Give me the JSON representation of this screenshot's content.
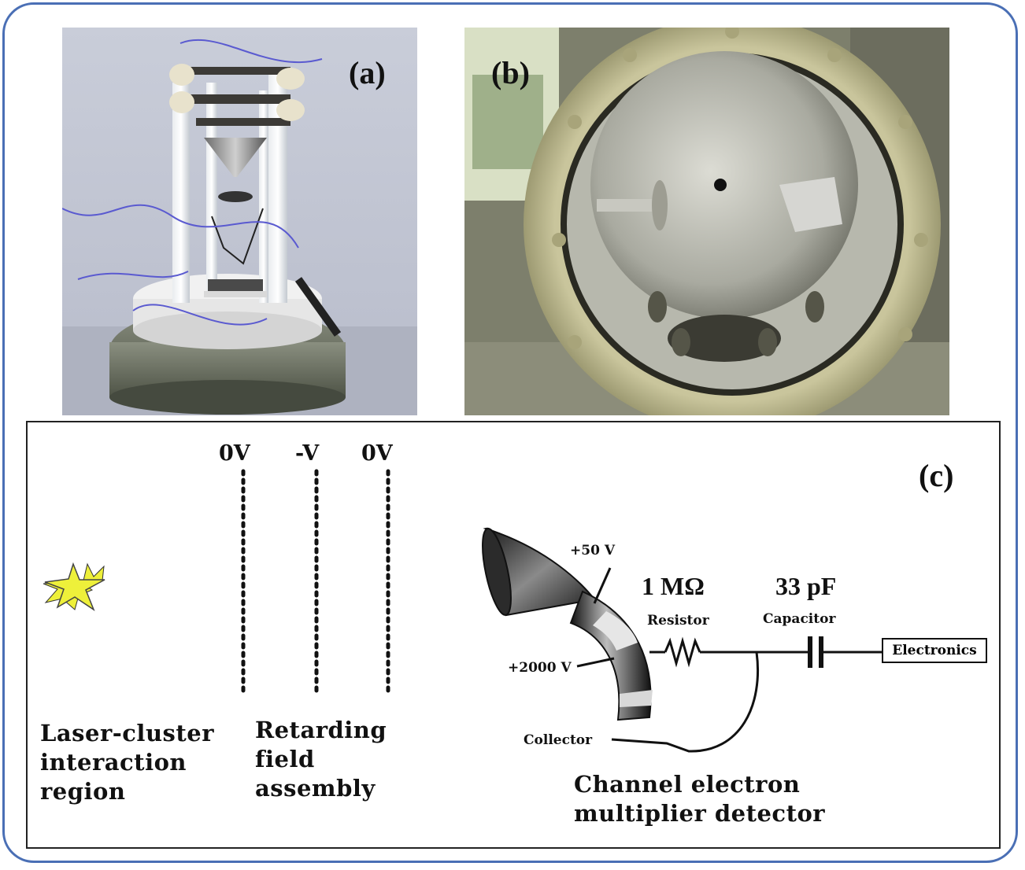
{
  "panels": {
    "a": {
      "letter": "(a)"
    },
    "b": {
      "letter": "(b)"
    },
    "c": {
      "letter": "(c)"
    }
  },
  "retarding_grid": {
    "voltages": [
      "0V",
      "-V",
      "0V"
    ]
  },
  "labels": {
    "laser_region": [
      "Laser-cluster",
      "interaction",
      "region"
    ],
    "retarding": [
      "Retarding",
      "field",
      "assembly"
    ],
    "detector": [
      "Channel electron",
      "multiplier detector"
    ]
  },
  "circuit": {
    "v_front": "+50 V",
    "v_back": "+2000 V",
    "collector": "Collector",
    "resistor_value": "1 MΩ",
    "resistor_label": "Resistor",
    "capacitor_value": "33 pF",
    "capacitor_label": "Capacitor",
    "electronics": "Electronics"
  },
  "colors": {
    "frame": "#4a6fb5",
    "star": "#eef03a"
  }
}
